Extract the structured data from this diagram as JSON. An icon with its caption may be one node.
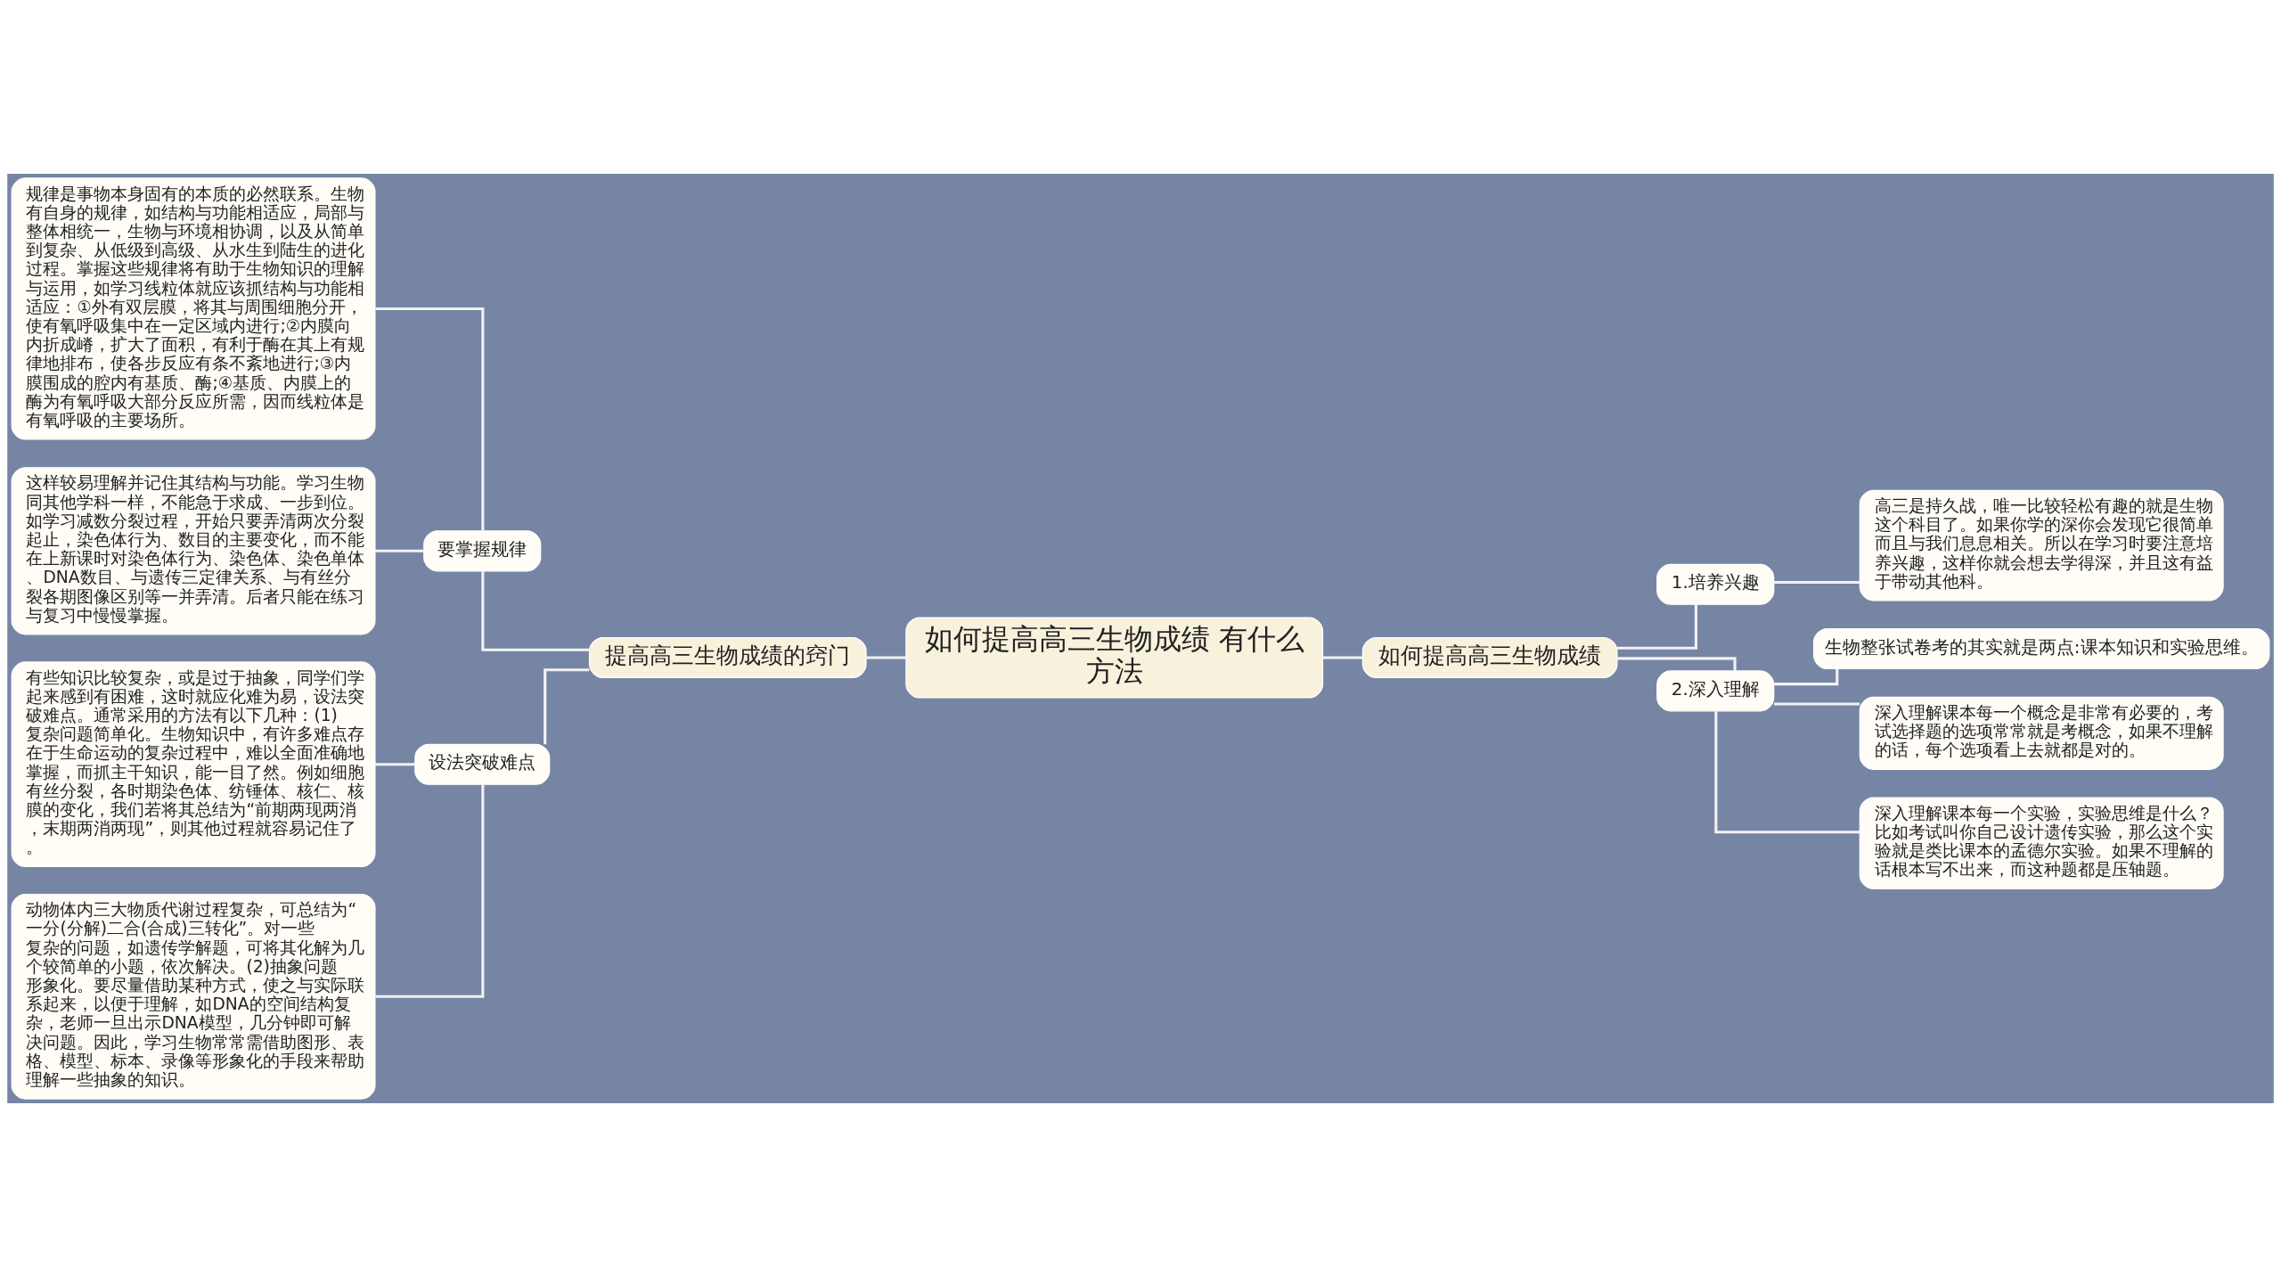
{
  "diagram": {
    "nodes": [
      {
        "text": [
          "如何提高高三生物成绩 有什么方法"
        ]
      },
      {
        "text": [
          "提高高三生物成绩的窍门"
        ]
      },
      {
        "text": [
          "要掌握规律"
        ]
      },
      {
        "text": [
          "规律是事物本身固有的本质的必然联系。生物有自身的规律，如结构与功能相适应，局部与整体相统一，生物与环境相协调，以及从简单到复杂、从低级到高级、从水生到陆生的进化过程。掌握这些规律将有助于生物知识的理解与运用，如学习线粒体就应该抓结构与功能相适应：①外有双层膜，将其与周围细胞分开，使有氧呼吸集中在一定区域内进行;②内膜向内折成嵴，扩大了面积，有利于酶在其上有规律地排布，使各步反应有条不紊地进行;③内膜围成的腔内有基质、酶;④基质、内膜上的酶为有氧呼吸大部分反应所需，因而线粒体是有氧呼吸的主要场所。"
        ]
      },
      {
        "text": [
          "这样较易理解并记住其结构与功能。学习生物同其他学科一样，不能急于求成、一步到位。如学习减数分裂过程，开始只要弄清两次分裂起止，染色体行为、数目的主要变化，而不能在上新课时对染色体行为、染色体、染色单体、DNA数目、与遗传三定律关系、与有丝分裂各期图像区别等一并弄清。后者只能在练习与复习中慢慢掌握。"
        ]
      },
      {
        "text": [
          "设法突破难点"
        ]
      },
      {
        "text": [
          "有些知识比较复杂，或是过于抽象，同学们学起来感到有困难，这时就应化难为易，设法突破难点。通常采用的方法有以下几种：(1)复杂问题简单化。生物知识中，有许多难点存在于生命运动的复杂过程中，难以全面准确地掌握，而抓主干知识，能一目了然。例如细胞有丝分裂，各时期染色体、纺锤体、核仁、核膜的变化，我们若将其总结为“前期两现两消，末期两消两现”，则其他过程就容易记住了。"
        ]
      },
      {
        "text": [
          "动物体内三大物质代谢过程复杂，可总结为“一分(分解)二合(合成)三转化”。对一些复杂的问题，如遗传学解题，可将其化解为几个较简单的小题，依次解决。(2)抽象问题形象化。要尽量借助某种方式，使之与实际联系起来，以便于理解，如DNA的空间结构复杂，老师一旦出示DNA模型，几分钟即可解决问题。因此，学习生物常常需借助图形、表格、模型、标本、录像等形象化的手段来帮助理解一些抽象的知识。"
        ]
      },
      {
        "text": [
          "如何提高高三生物成绩"
        ]
      },
      {
        "text": [
          "1.培养兴趣"
        ]
      },
      {
        "text": [
          "高三是持久战，唯一比较轻松有趣的就是生物这个科目了。如果你学的深你会发现它很简单而且与我们息息相关。所以在学习时要注意培养兴趣，这样你就会想去学得深，并且这有益于带动其他科。"
        ]
      },
      {
        "text": [
          "2.深入理解"
        ]
      },
      {
        "text": [
          "生物整张试卷考的其实就是两点:课本知识和实验思维。"
        ]
      },
      {
        "text": [
          "深入理解课本每一个概念是非常有必要的，考试选择题的选项常常就是考概念，如果不理解的话，每个选项看上去就都是对的。"
        ]
      },
      {
        "text": [
          "深入理解课本每一个实验，实验思维是什么？比如考试叫你自己设计遗传实验，那么这个实验就是类比课本的孟德尔实验。如果不理解的话根本写不出来，而这种题都是压轴题。"
        ]
      }
    ],
    "edges": [
      {
        "from": 1,
        "to": 0,
        "arrow": "none"
      },
      {
        "from": 2,
        "to": 1,
        "arrow": "none"
      },
      {
        "from": 3,
        "to": 2,
        "arrow": "none"
      },
      {
        "from": 4,
        "to": 2,
        "arrow": "none"
      },
      {
        "from": 5,
        "to": 1,
        "arrow": "none"
      },
      {
        "from": 6,
        "to": 5,
        "arrow": "none"
      },
      {
        "from": 7,
        "to": 5,
        "arrow": "none"
      },
      {
        "from": 0,
        "to": 8,
        "arrow": "none"
      },
      {
        "from": 8,
        "to": 9,
        "arrow": "none"
      },
      {
        "from": 9,
        "to": 10,
        "arrow": "none"
      },
      {
        "from": 8,
        "to": 11,
        "arrow": "none"
      },
      {
        "from": 11,
        "to": 12,
        "arrow": "none"
      },
      {
        "from": 11,
        "to": 13,
        "arrow": "none"
      },
      {
        "from": 11,
        "to": 14,
        "arrow": "none"
      }
    ]
  }
}
